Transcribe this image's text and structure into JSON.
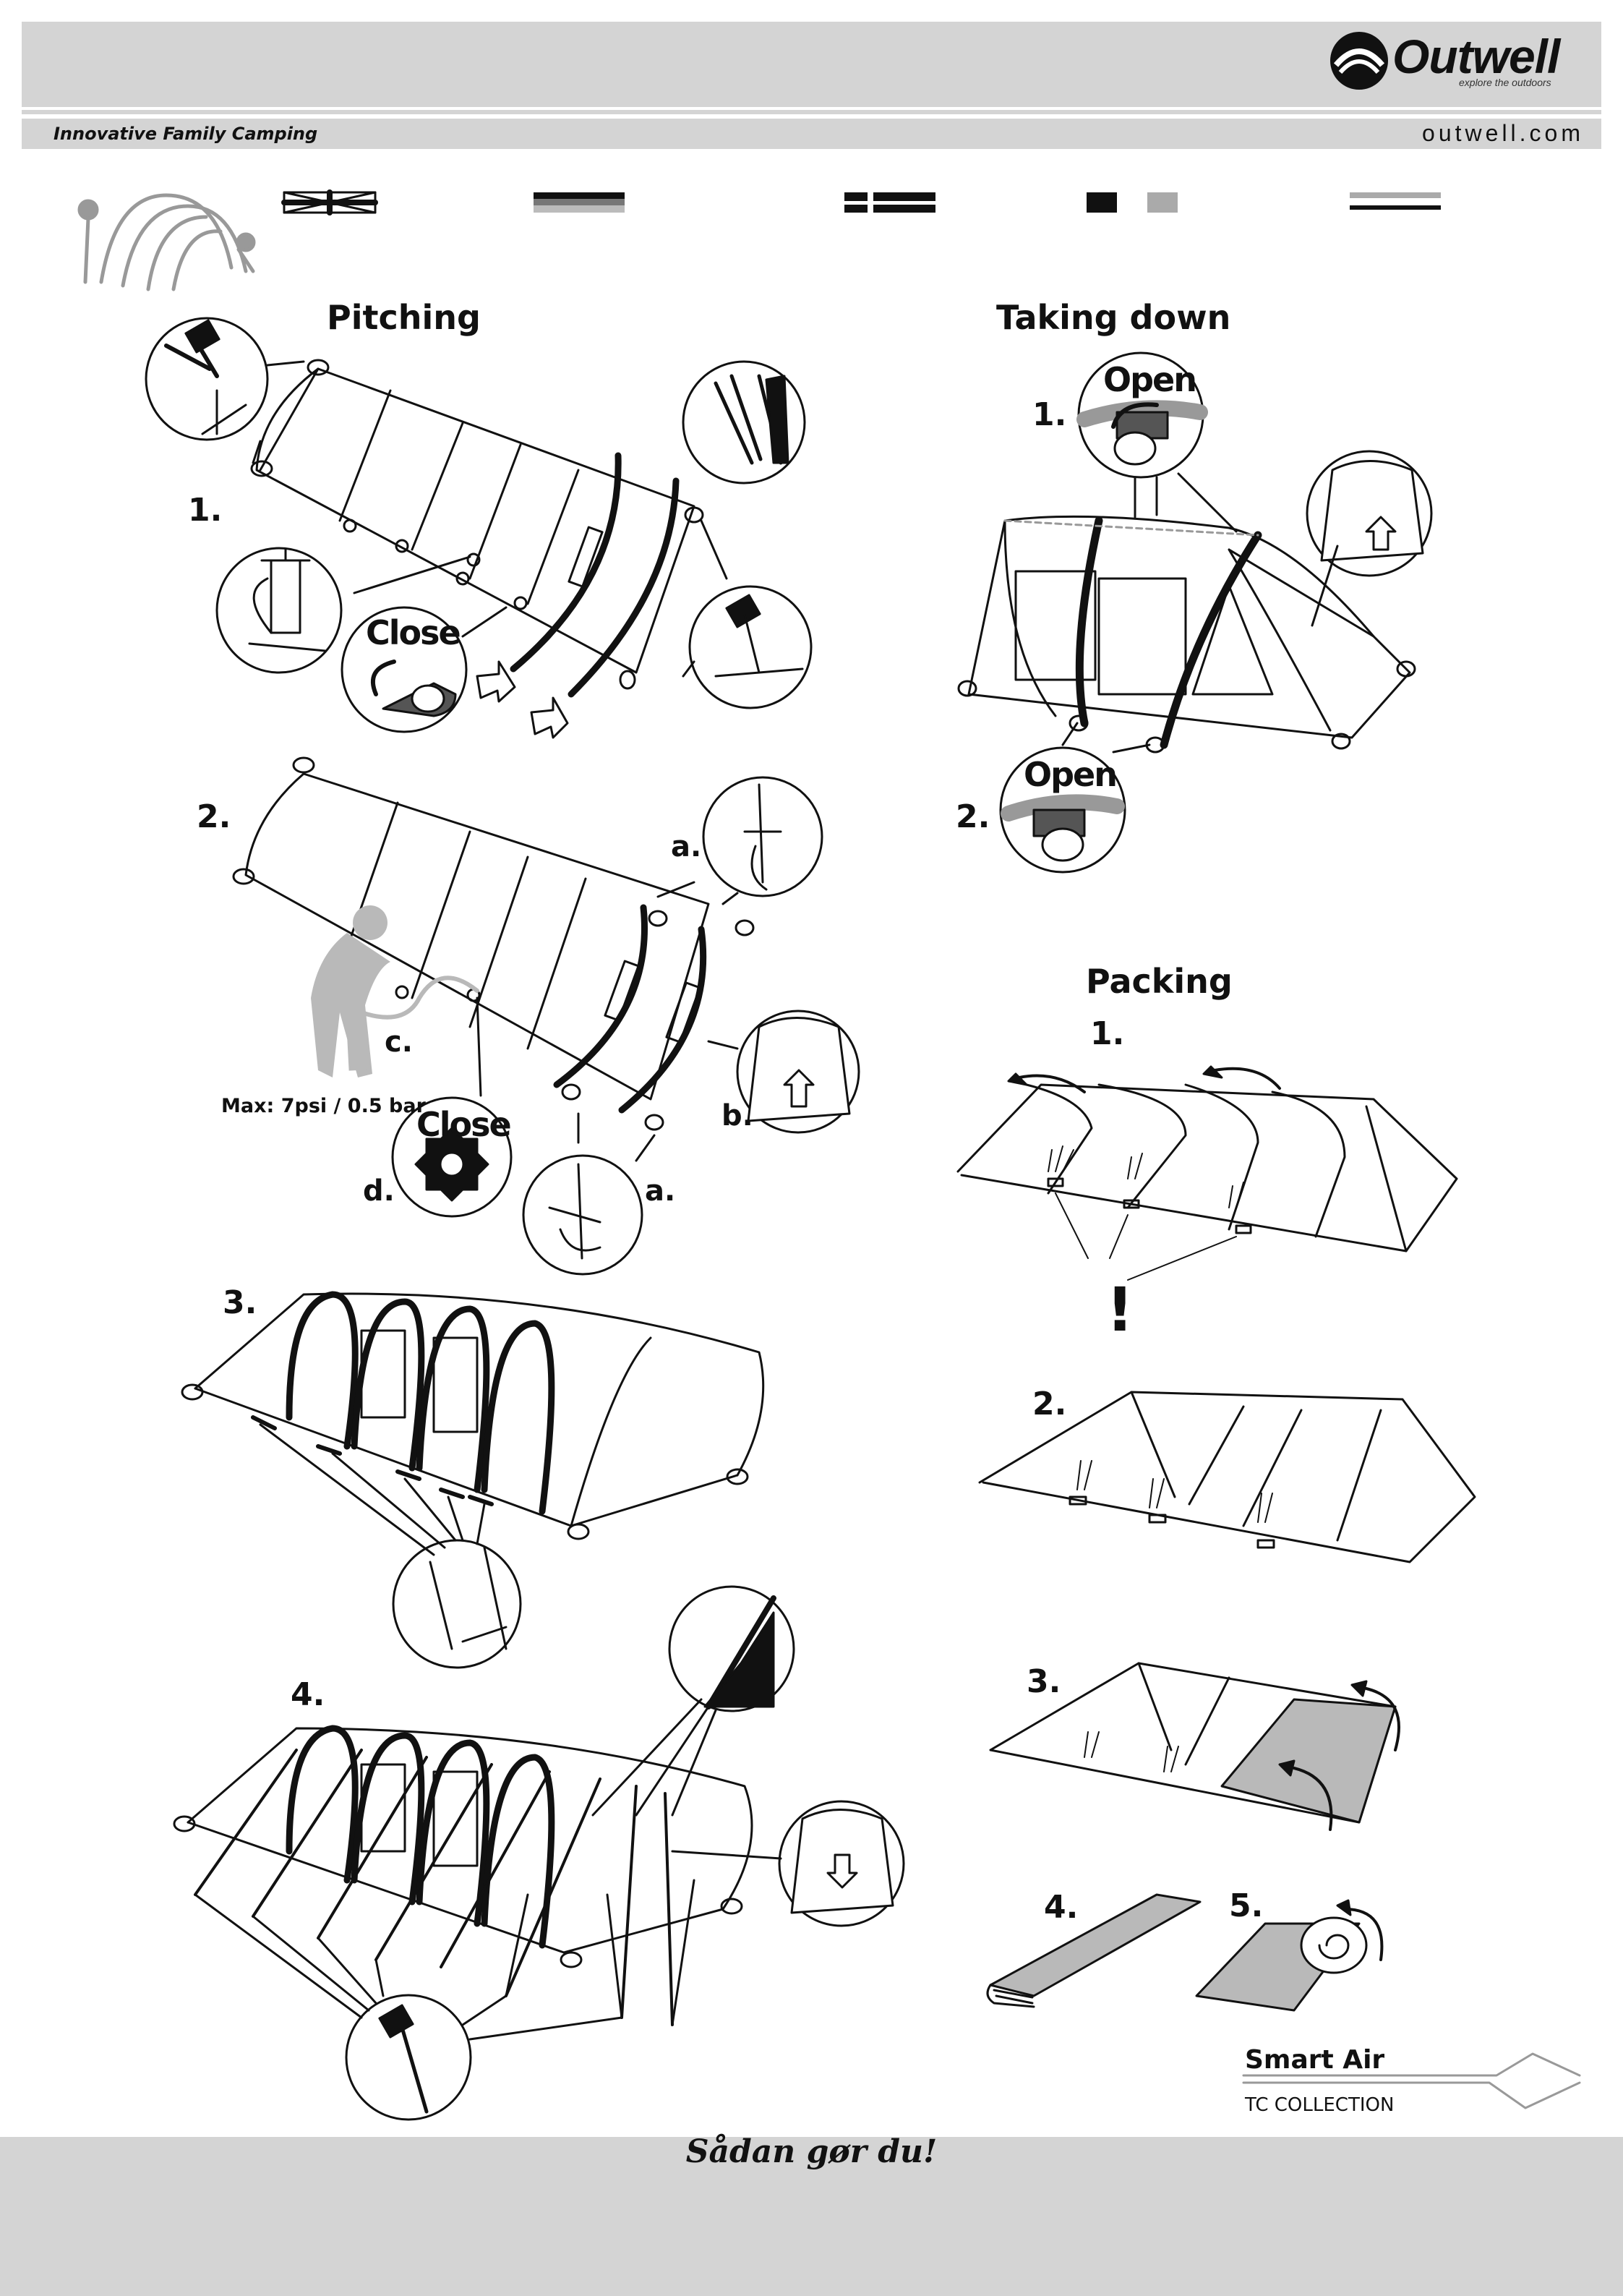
{
  "header": {
    "tagline": "Innovative Family Camping",
    "website": "outwell.com",
    "logo_text": "Outwell",
    "logo_subtext": "explore the outdoors"
  },
  "sections": {
    "pitching": {
      "title": "Pitching",
      "steps": [
        "1.",
        "2.",
        "3.",
        "4."
      ],
      "close_label_1": "Close",
      "close_label_2": "Close",
      "sub_a1": "a.",
      "sub_a2": "a.",
      "sub_b": "b.",
      "sub_c": "c.",
      "sub_d": "d.",
      "pressure_note": "Max: 7psi / 0.5 bar"
    },
    "taking_down": {
      "title": "Taking down",
      "steps": [
        "1.",
        "2."
      ],
      "open_label_1": "Open",
      "open_label_2": "Open"
    },
    "packing": {
      "title": "Packing",
      "steps": [
        "1.",
        "2.",
        "3.",
        "4.",
        "5."
      ],
      "warning": "!"
    }
  },
  "product": {
    "name": "Smart Air",
    "collection": "TC COLLECTION"
  },
  "footer": {
    "language_title": "Sådan gør du!"
  },
  "colors": {
    "header_grey": "#d4d4d4",
    "fill_grey": "#b9b9b9",
    "ink": "#111111"
  }
}
